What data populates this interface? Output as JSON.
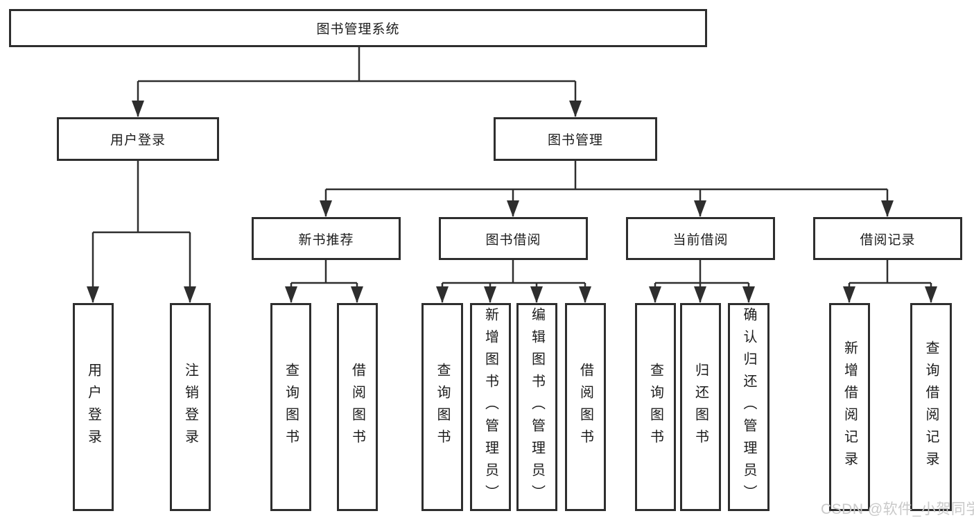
{
  "tree": {
    "label": "图书管理系统",
    "children": [
      {
        "label": "用户登录",
        "children": [
          {
            "label": "用户登录"
          },
          {
            "label": "注销登录"
          }
        ]
      },
      {
        "label": "图书管理",
        "children": [
          {
            "label": "新书推荐",
            "children": [
              {
                "label": "查询图书"
              },
              {
                "label": "借阅图书"
              }
            ]
          },
          {
            "label": "图书借阅",
            "children": [
              {
                "label": "查询图书"
              },
              {
                "label": "新增图书（管理员）"
              },
              {
                "label": "编辑图书（管理员）"
              },
              {
                "label": "借阅图书"
              }
            ]
          },
          {
            "label": "当前借阅",
            "children": [
              {
                "label": "查询图书"
              },
              {
                "label": "归还图书"
              },
              {
                "label": "确认归还（管理员）"
              }
            ]
          },
          {
            "label": "借阅记录",
            "children": [
              {
                "label": "新增借阅记录"
              },
              {
                "label": "查询借阅记录"
              }
            ]
          }
        ]
      }
    ]
  },
  "watermark": {
    "text": "CSDN @软件_小贺同学"
  },
  "colors": {
    "line": "#2e2e2e",
    "text": "#1c1c1c",
    "watermark": "#c9c9c9",
    "background": "#ffffff"
  }
}
